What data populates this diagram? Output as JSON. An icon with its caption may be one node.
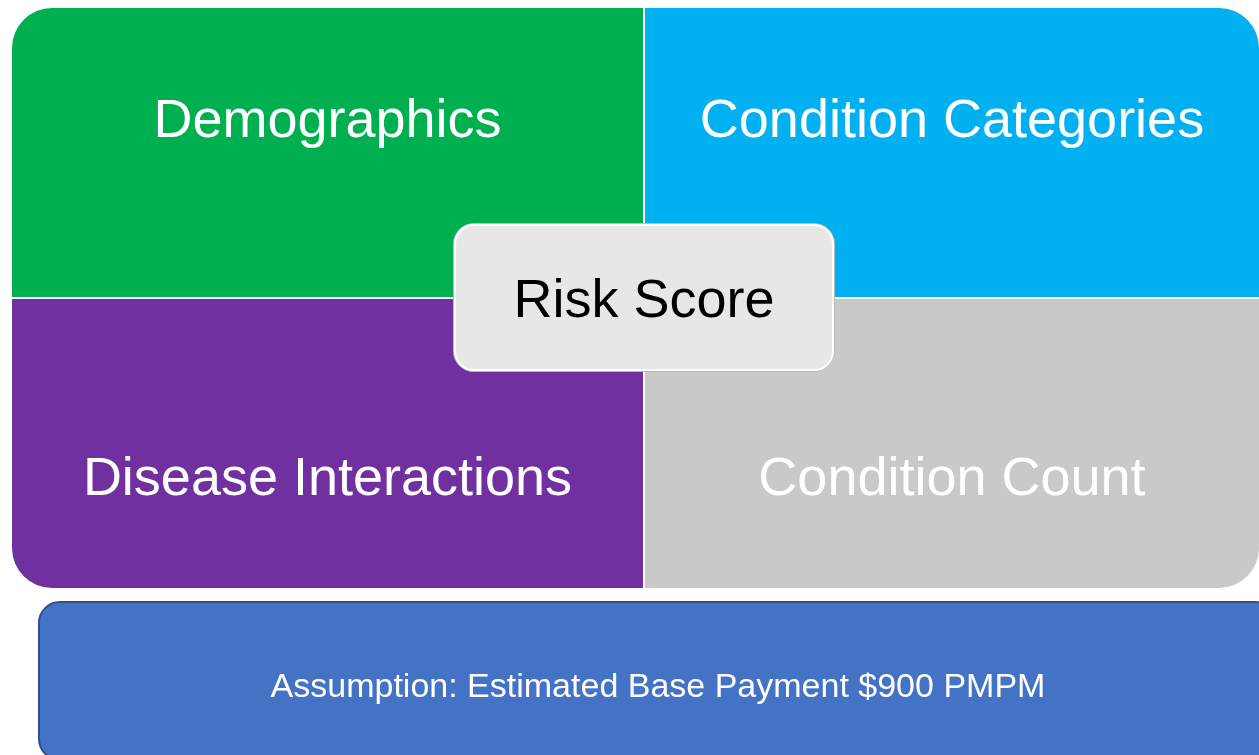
{
  "diagram": {
    "nodes": [
      {
        "text": [
          "Demographics"
        ]
      },
      {
        "text": [
          "Condition Categories"
        ]
      },
      {
        "text": [
          "Risk Score"
        ]
      },
      {
        "text": [
          "Disease Interactions"
        ]
      },
      {
        "text": [
          "Condition Count"
        ]
      },
      {
        "text": [
          "Assumption: Estimated Base Payment $900 PMPM"
        ]
      }
    ]
  }
}
